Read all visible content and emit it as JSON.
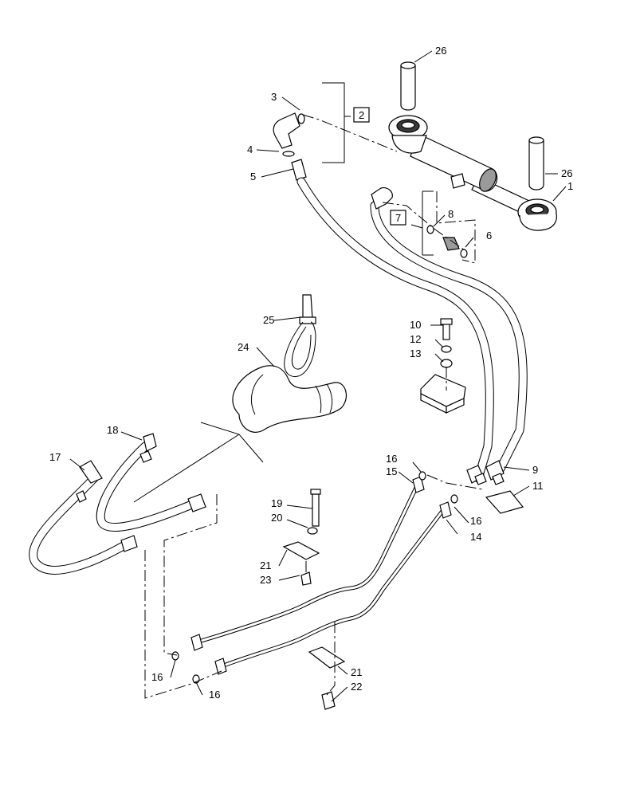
{
  "callouts": {
    "c1": "1",
    "c2": "2",
    "c3": "3",
    "c4": "4",
    "c5": "5",
    "c6": "6",
    "c7": "7",
    "c8": "8",
    "c9": "9",
    "c10": "10",
    "c11": "11",
    "c12": "12",
    "c13": "13",
    "c14": "14",
    "c15": "15",
    "c16a": "16",
    "c16b": "16",
    "c16c": "16",
    "c16d": "16",
    "c17": "17",
    "c18": "18",
    "c19": "19",
    "c20": "20",
    "c21a": "21",
    "c21b": "21",
    "c22": "22",
    "c23": "23",
    "c24": "24",
    "c25": "25",
    "c26a": "26",
    "c26b": "26"
  }
}
